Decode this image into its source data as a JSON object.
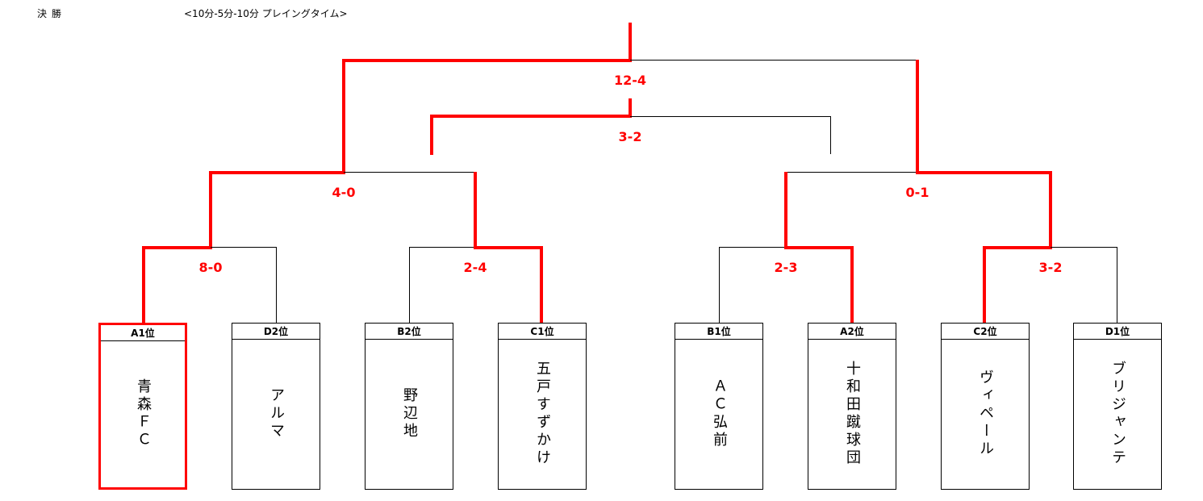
{
  "header": {
    "title": "決勝",
    "rule": "<10分-5分-10分 プレイングタイム>"
  },
  "scores": {
    "final": "12-4",
    "third_place": "3-2",
    "semi_left": "4-0",
    "semi_right": "0-1",
    "qf1": "8-0",
    "qf2": "2-4",
    "qf3": "2-3",
    "qf4": "3-2"
  },
  "teams": [
    {
      "seed": "A1位",
      "name": "青森ＦＣ",
      "winner": true
    },
    {
      "seed": "D2位",
      "name": "アルマ",
      "winner": false
    },
    {
      "seed": "B2位",
      "name": "野辺地",
      "winner": false
    },
    {
      "seed": "C1位",
      "name": "五戸すずかけ",
      "winner": false
    },
    {
      "seed": "B1位",
      "name": "ＡＣ弘前",
      "winner": false
    },
    {
      "seed": "A2位",
      "name": "十和田蹴球団",
      "winner": false
    },
    {
      "seed": "C2位",
      "name": "ヴィペール",
      "winner": false
    },
    {
      "seed": "D1位",
      "name": "ブリジャンテ",
      "winner": false
    }
  ],
  "colors": {
    "winner_line": "#ff0000",
    "score_text": "#ff0000",
    "loser_line": "#000000"
  }
}
